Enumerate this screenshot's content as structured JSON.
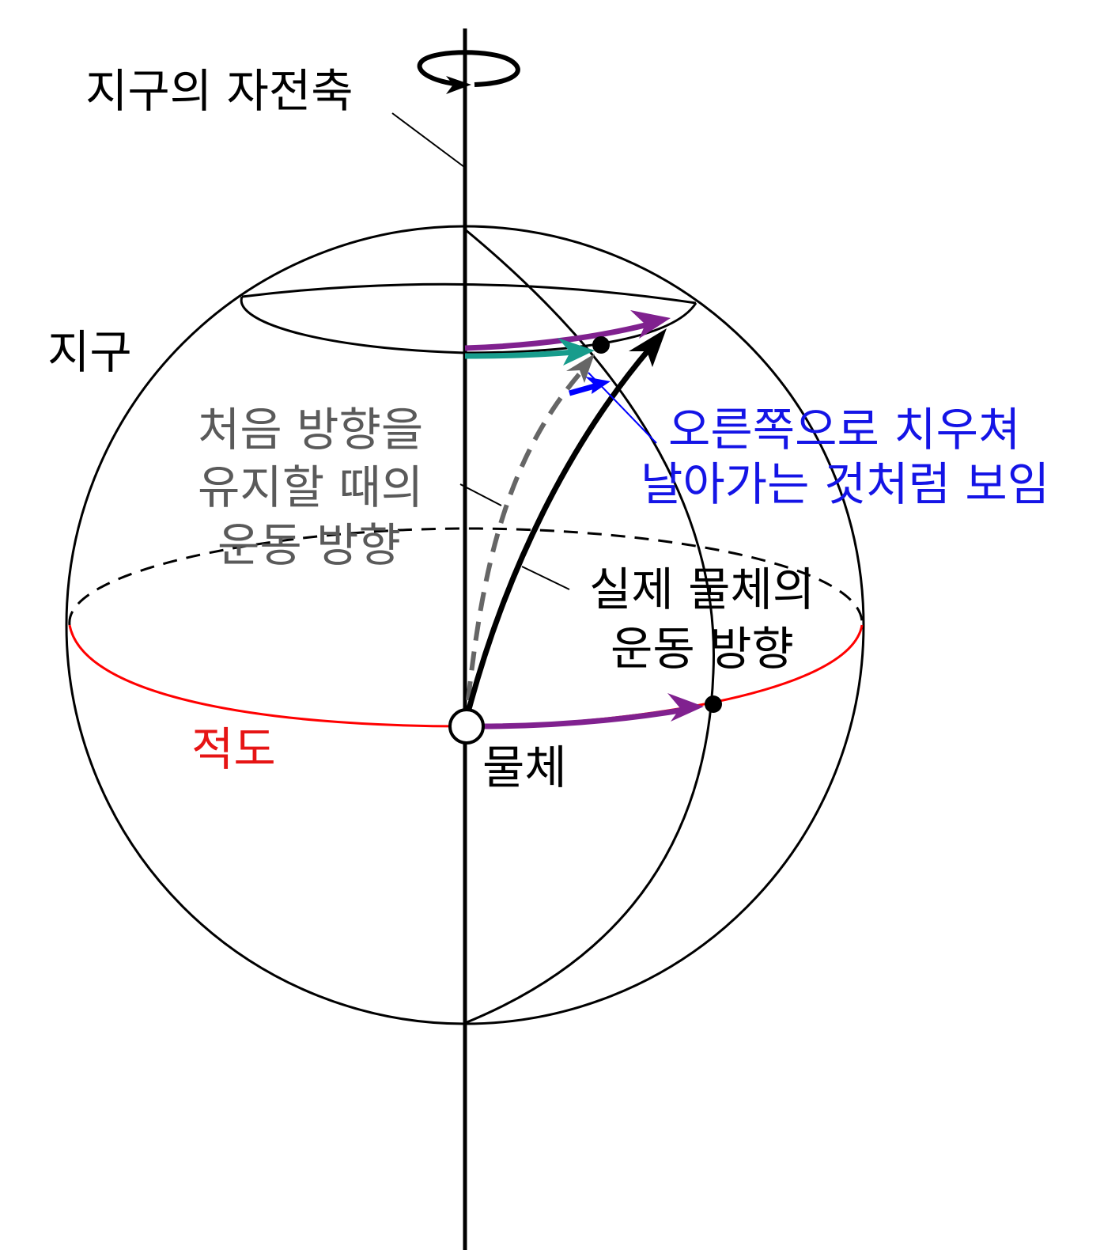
{
  "labels": {
    "axis": "지구의 자전축",
    "earth": "지구",
    "initial_direction": [
      "처음 방향을",
      "유지할 때의",
      "운동 방향"
    ],
    "deflection": [
      "오른쪽으로 치우쳐",
      "날아가는 것처럼 보임"
    ],
    "actual_direction": [
      "실제 물체의",
      "운동 방향"
    ],
    "equator": "적도",
    "object": "물체"
  },
  "colors": {
    "outline": "#000000",
    "equator": "#ff0000",
    "earth_rotation_arrow": "#80218f",
    "initial_direction_arrow": "#666666",
    "actual_direction_arrow": "#000000",
    "deflection_arrow": "#0000ff",
    "target_arrow": "#179c8c",
    "deflection_text": "#1414e6",
    "initial_text": "#5a5a5a",
    "equator_text": "#e61414"
  },
  "icons": {
    "rotation": "rotation-arrow-icon",
    "object": "object-circle-icon",
    "target": "target-point-icon"
  }
}
